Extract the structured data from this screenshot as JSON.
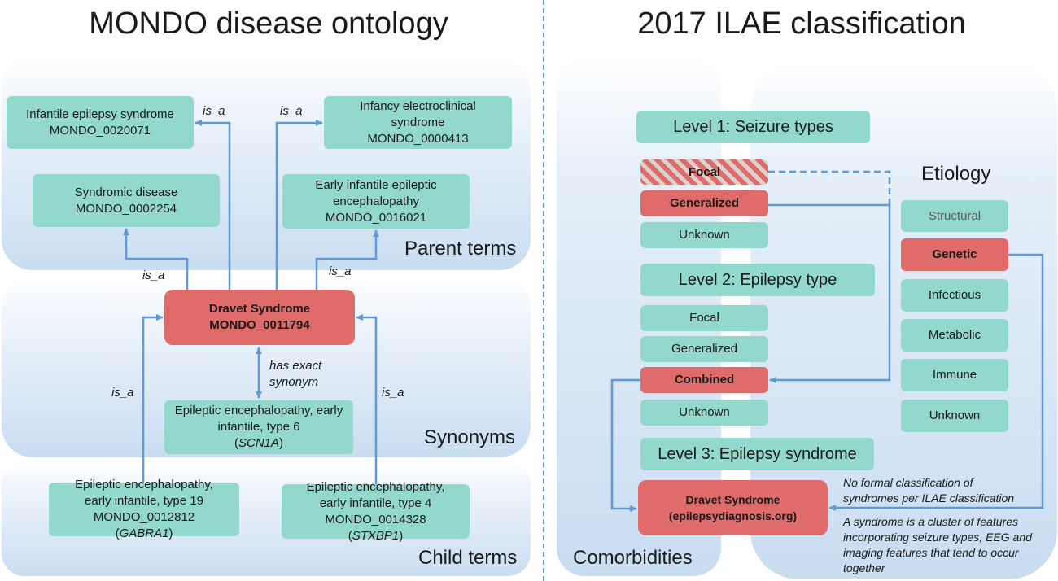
{
  "left": {
    "title": "MONDO disease ontology",
    "regions": {
      "parent": "Parent terms",
      "synonyms": "Synonyms",
      "child": "Child terms"
    },
    "parents": [
      {
        "name": "Infantile epilepsy syndrome",
        "id": "MONDO_0020071"
      },
      {
        "name": "Infancy electroclinical syndrome",
        "id": "MONDO_0000413"
      },
      {
        "name": "Syndromic disease",
        "id": "MONDO_0002254"
      },
      {
        "name": "Early infantile epileptic encephalopathy",
        "id": "MONDO_0016021"
      }
    ],
    "center": {
      "name": "Dravet Syndrome",
      "id": "MONDO_0011794"
    },
    "synonym": {
      "name": "Epileptic encephalopathy, early infantile, type 6",
      "gene": "SCN1A"
    },
    "children": [
      {
        "name": "Epileptic encephalopathy, early infantile, type 19",
        "id": "MONDO_0012812",
        "gene": "GABRA1"
      },
      {
        "name": "Epileptic encephalopathy, early infantile, type 4",
        "id": "MONDO_0014328",
        "gene": "STXBP1"
      }
    ],
    "edges": {
      "is_a": "is_a",
      "has_exact_synonym": "has exact synonym"
    }
  },
  "right": {
    "title": "2017 ILAE classification",
    "comorbidities": "Comorbidities",
    "etiology": {
      "label": "Etiology",
      "items": [
        "Structural",
        "Genetic",
        "Infectious",
        "Metabolic",
        "Immune",
        "Unknown"
      ]
    },
    "level1": {
      "label": "Level 1: Seizure types",
      "items": [
        "Focal",
        "Generalized",
        "Unknown"
      ]
    },
    "level2": {
      "label": "Level 2: Epilepsy type",
      "items": [
        "Focal",
        "Generalized",
        "Combined",
        "Unknown"
      ]
    },
    "level3": {
      "label": "Level 3: Epilepsy syndrome"
    },
    "dravet": {
      "name": "Dravet Syndrome",
      "source": "(epilepsydiagnosis.org)"
    },
    "notes": [
      "No formal classification of syndromes per ILAE classification",
      "A syndrome is a cluster of features incorporating seizure types, EEG and imaging features that tend to occur together"
    ]
  },
  "colors": {
    "node": "#93d8cc",
    "highlight": "#e06b6b",
    "arrow": "#5f9ad4",
    "panel": "#c9ddf1"
  }
}
